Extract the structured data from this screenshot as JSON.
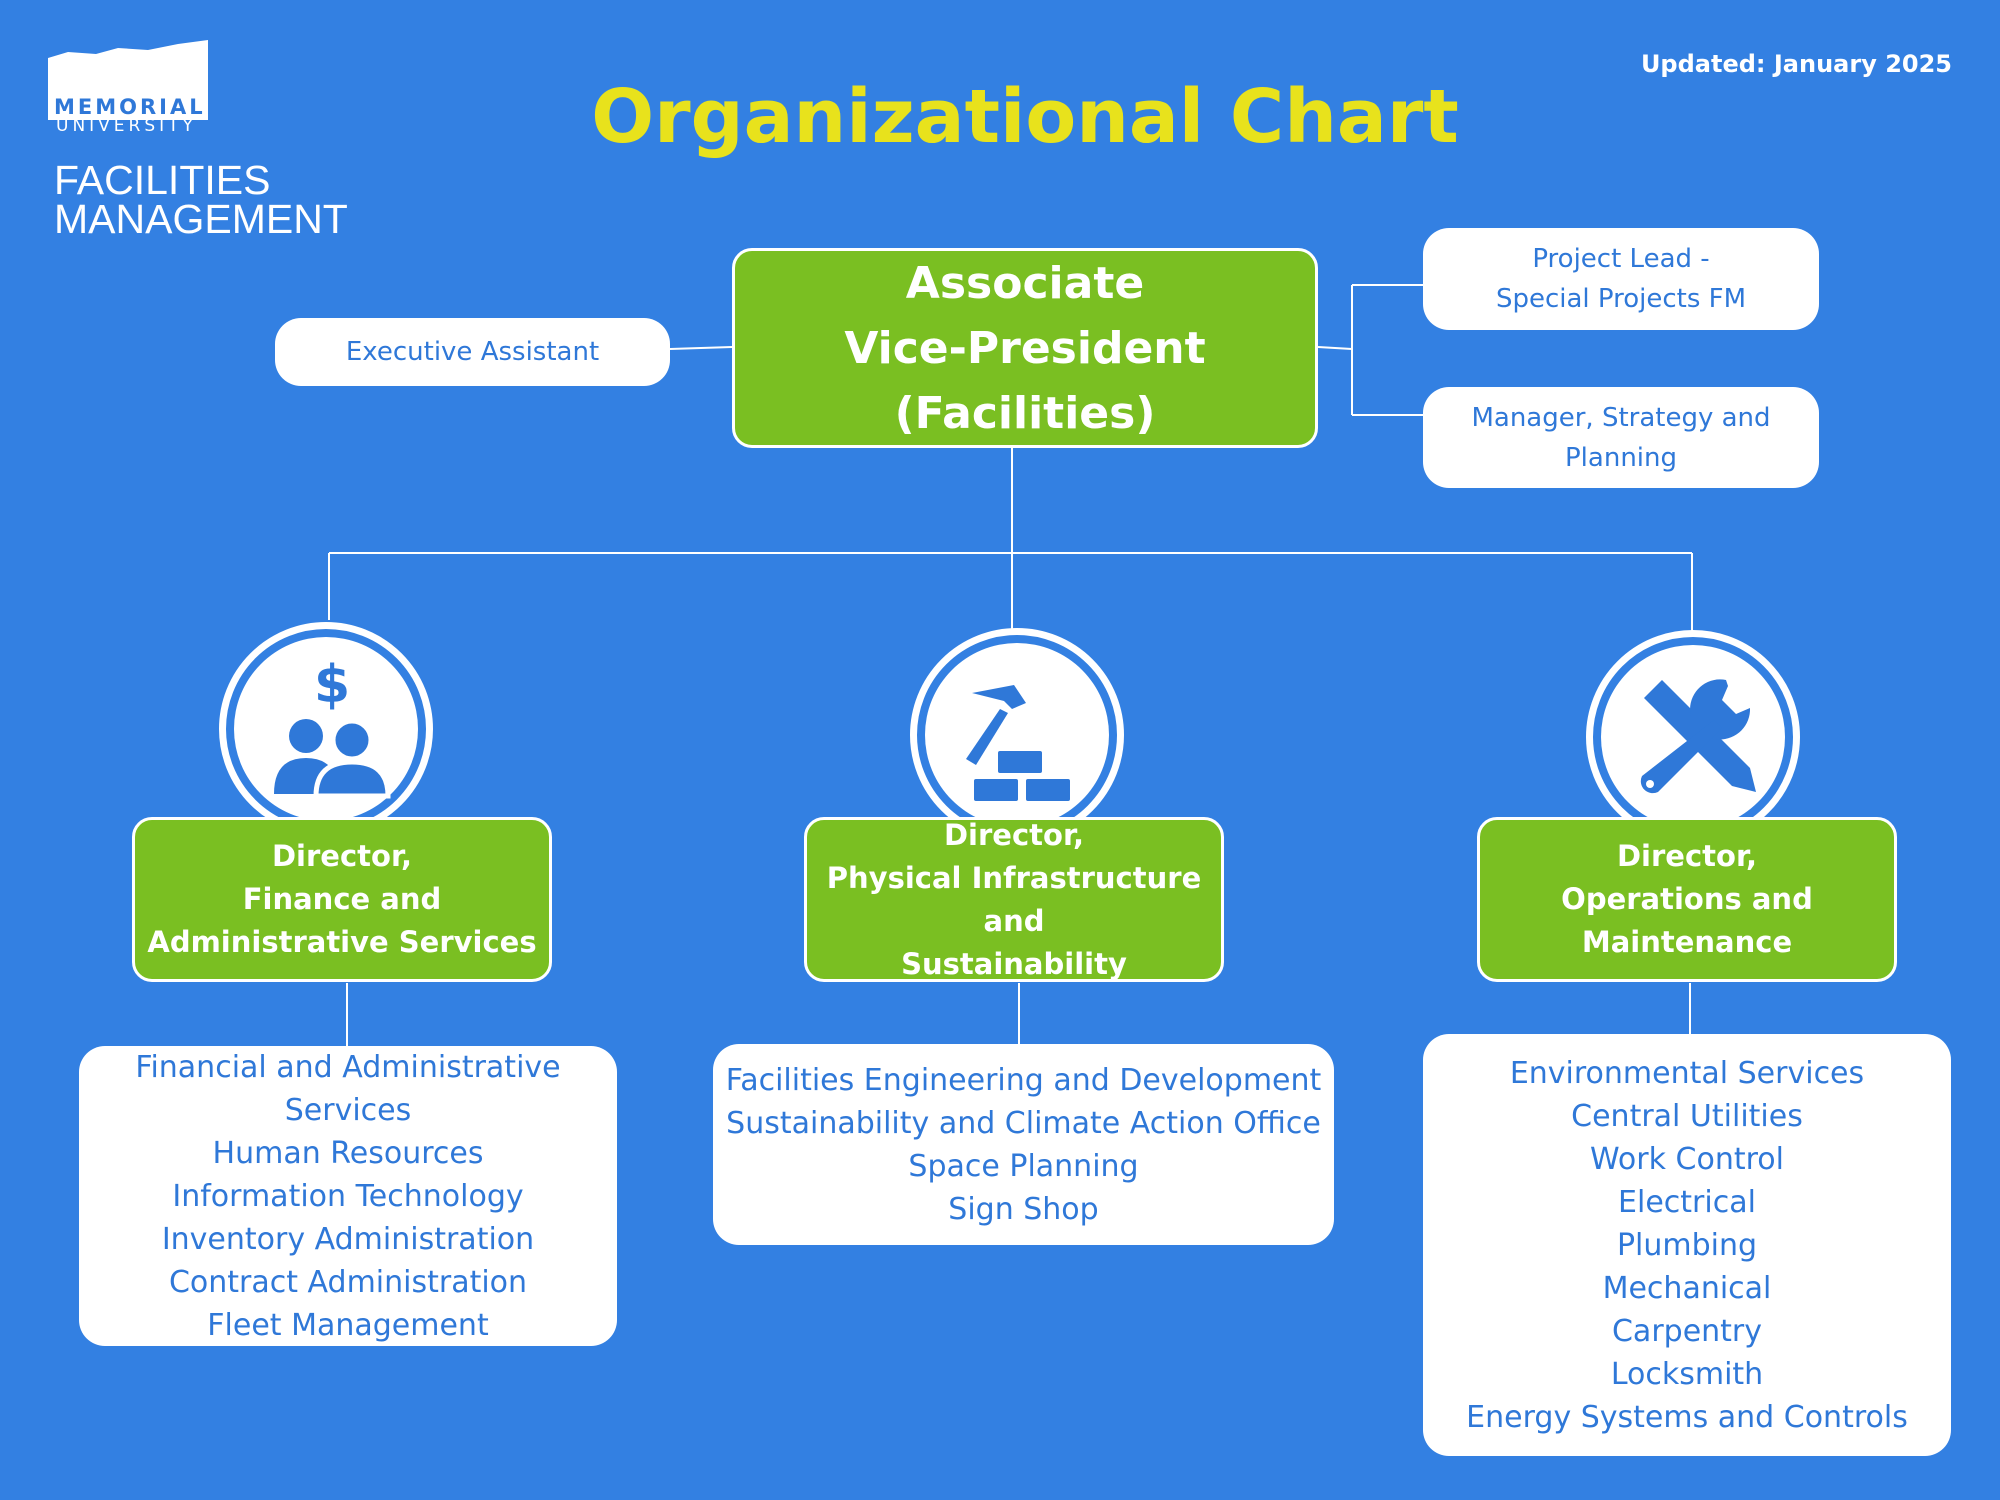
{
  "logo": {
    "memorial": "MEMORIAL",
    "university": "UNIVERSITY",
    "line1": "FACILITIES",
    "line2": "MANAGEMENT"
  },
  "header": {
    "title": "Organizational Chart",
    "updated": "Updated: January 2025"
  },
  "top": {
    "avp_line1": "Associate",
    "avp_line2": "Vice-President (Facilities)",
    "executive_assistant": "Executive Assistant",
    "project_lead_line1": "Project Lead -",
    "project_lead_line2": "Special Projects FM",
    "manager_line1": "Manager, Strategy and",
    "manager_line2": "Planning"
  },
  "departments": [
    {
      "icon": "finance-people-icon",
      "title_lines": [
        "Director,",
        "Finance and",
        "Administrative Services"
      ],
      "units": [
        "Financial and Administrative Services",
        "Human Resources",
        "Information Technology",
        "Inventory Administration",
        "Contract Administration",
        "Fleet Management"
      ]
    },
    {
      "icon": "hammer-bricks-icon",
      "title_lines": [
        "Director,",
        "Physical Infrastructure and",
        "Sustainability"
      ],
      "units": [
        "Facilities Engineering and Development",
        "Sustainability and Climate Action Office",
        "Space Planning",
        "Sign Shop"
      ]
    },
    {
      "icon": "tools-icon",
      "title_lines": [
        "Director,",
        "Operations and",
        "Maintenance"
      ],
      "units": [
        "Environmental Services",
        "Central Utilities",
        "Work Control",
        "Electrical",
        "Plumbing",
        "Mechanical",
        "Carpentry",
        "Locksmith",
        "Energy Systems and Controls"
      ]
    }
  ],
  "colors": {
    "background": "#3380e2",
    "box_green": "#7abf22",
    "title_yellow": "#e8e21c",
    "text_blue": "#2f78d8",
    "white": "#ffffff"
  }
}
